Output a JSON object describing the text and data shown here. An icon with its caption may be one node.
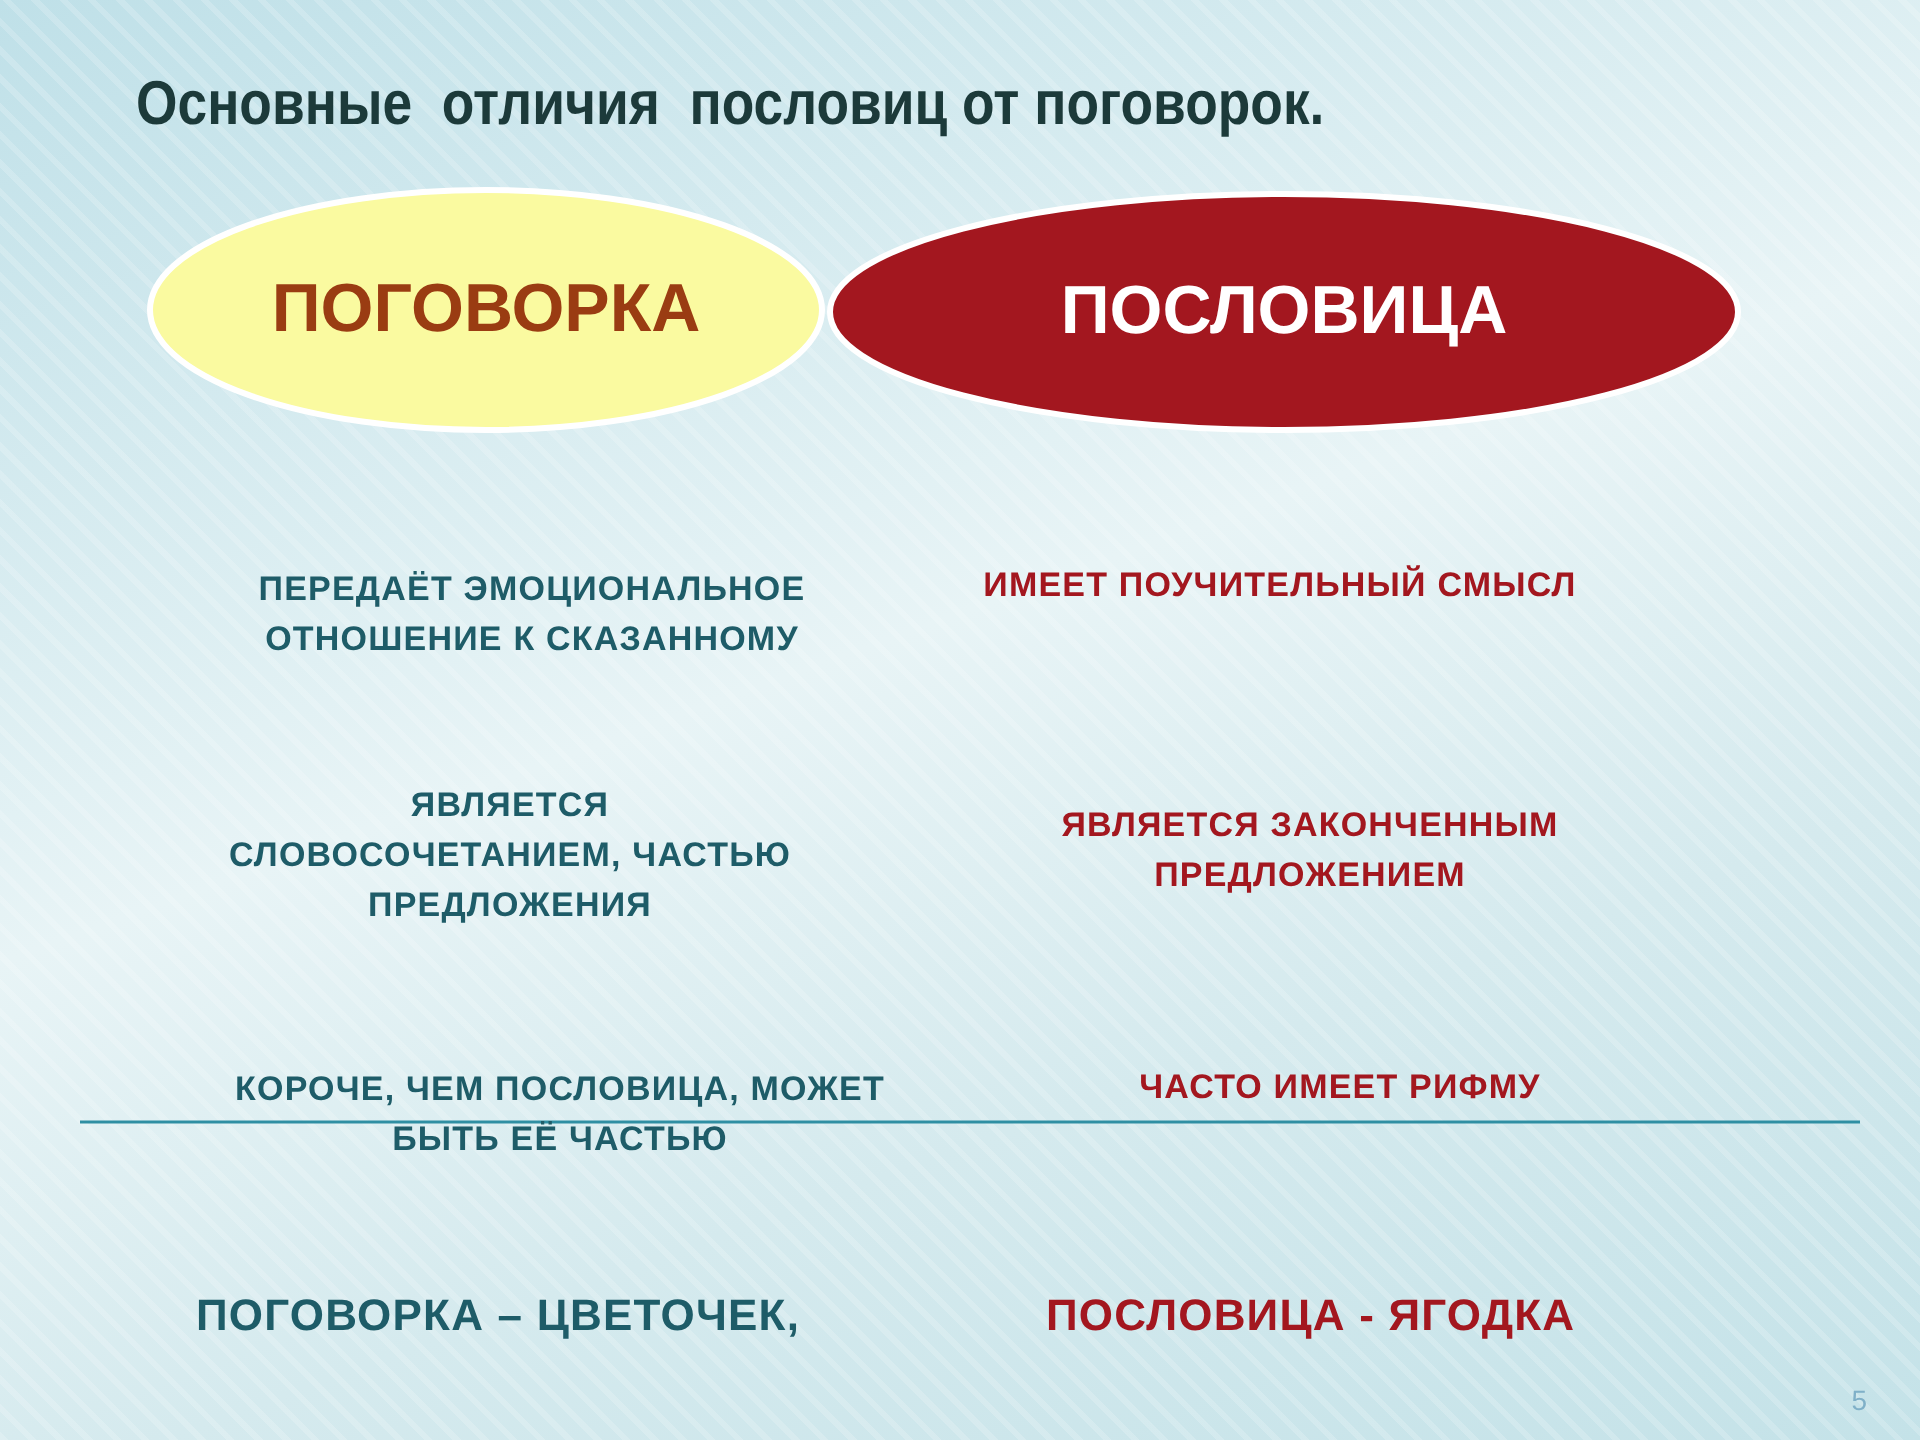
{
  "diagram": {
    "title": "Основные  отличия  пословиц от поговорок.",
    "nodes": [
      {
        "text": [
          "ПОГОВОРКА"
        ]
      },
      {
        "text": [
          "ПОСЛОВИЦА"
        ]
      }
    ],
    "edges": [],
    "labels": [
      "ПЕРЕДАЁТ ЭМОЦИОНАЛЬНОЕ ОТНОШЕНИЕ К СКАЗАННОМУ",
      "ИМЕЕТ ПОУЧИТЕЛЬНЫЙ СМЫСЛ",
      "ЯВЛЯЕТСЯ СЛОВОСОЧЕТАНИЕМ, ЧАСТЬЮ ПРЕДЛОЖЕНИЯ",
      "ЯВЛЯЕТСЯ ЗАКОНЧЕННЫМ ПРЕДЛОЖЕНИЕМ",
      "КОРОЧЕ, ЧЕМ ПОСЛОВИЦА, МОЖЕТ БЫТЬ ЕЁ ЧАСТЬЮ",
      "ЧАСТО ИМЕЕТ РИФМУ",
      "ПОГОВОРКА – ЦВЕТОЧЕК,",
      "ПОСЛОВИЦА - ЯГОДКА",
      "5"
    ]
  }
}
